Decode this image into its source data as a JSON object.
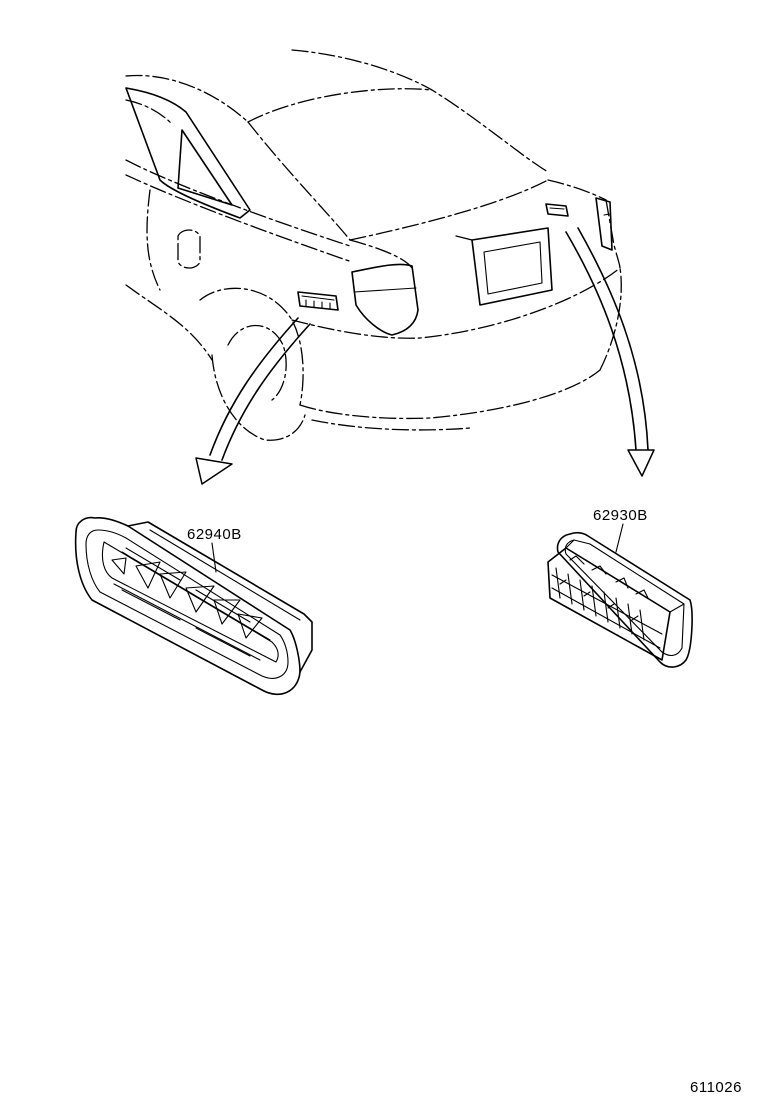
{
  "parts": [
    {
      "part_number": "62940B"
    },
    {
      "part_number": "62930B"
    }
  ],
  "figure_number": "611026"
}
